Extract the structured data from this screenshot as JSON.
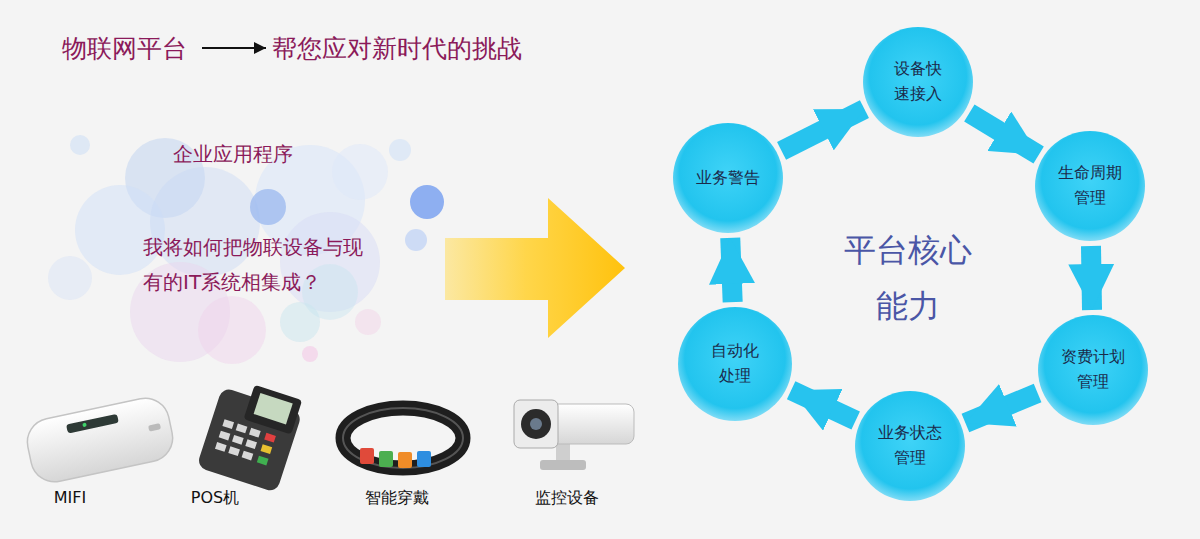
{
  "diagram": {
    "nodes": [
      {
        "text": [
          "设备快 速接入"
        ]
      },
      {
        "text": [
          "生命周期 管理"
        ]
      },
      {
        "text": [
          "资费计划 管理"
        ]
      },
      {
        "text": [
          "业务状态 管理"
        ]
      },
      {
        "text": [
          "自动化 处理"
        ]
      },
      {
        "text": [
          "业务警告"
        ]
      }
    ],
    "edges": [
      {
        "from": 0,
        "to": 1,
        "arrow": "to"
      },
      {
        "from": 1,
        "to": 2,
        "arrow": "to"
      },
      {
        "from": 2,
        "to": 3,
        "arrow": "to"
      },
      {
        "from": 3,
        "to": 4,
        "arrow": "to"
      },
      {
        "from": 4,
        "to": 5,
        "arrow": "to"
      },
      {
        "from": 5,
        "to": 0,
        "arrow": "to"
      }
    ],
    "labels": [
      "物联网平台",
      "帮您应对新时代的挑战",
      "企业应用程序",
      "我将如何把物联设备与现有的IT系统相集成？",
      "平台核心 能力",
      "MIFI",
      "POS机",
      "智能穿戴",
      "监控设备"
    ]
  }
}
